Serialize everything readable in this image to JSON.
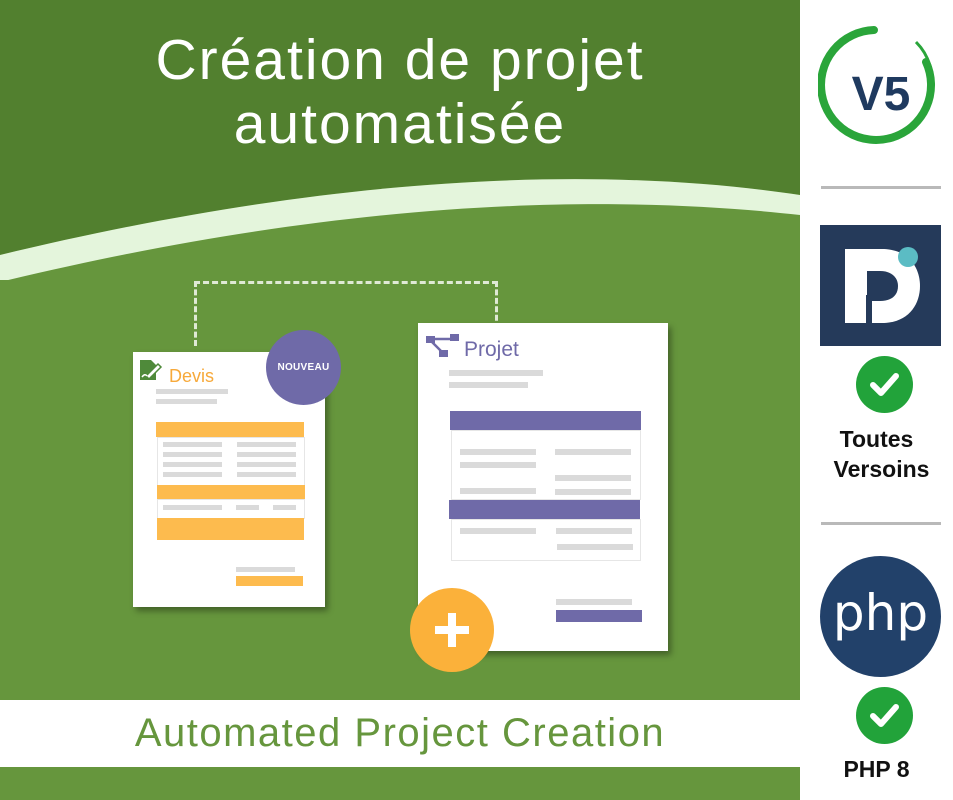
{
  "banner": {
    "title_line1": "Création de projet",
    "title_line2": "automatisée",
    "subtitle": "Automated Project Creation",
    "colors": {
      "dark_green": "#52802f",
      "green": "#66963d",
      "light_band": "#e4f5dc",
      "orange": "#fdbb4e",
      "purple": "#6f6aa8"
    }
  },
  "devis_doc": {
    "title": "Devis",
    "icon": "document-edit-icon",
    "badge": "NOUVEAU"
  },
  "projet_doc": {
    "title": "Projet",
    "icon": "hierarchy-icon",
    "action_icon": "plus-icon"
  },
  "sidebar": {
    "v5_logo": {
      "text": "V5",
      "ring_color": "#2aa53a",
      "text_color": "#1f3a5f"
    },
    "dolibarr_logo": {
      "letter": "D",
      "bg": "#253a5a",
      "dot": "#5bbcc4"
    },
    "dolibarr_status": {
      "icon": "check-icon",
      "label_line1": "Toutes",
      "label_line2": "Versoins"
    },
    "php_logo": {
      "text": "php",
      "bg": "#22416a"
    },
    "php_status": {
      "icon": "check-icon",
      "label": "PHP 8"
    }
  }
}
